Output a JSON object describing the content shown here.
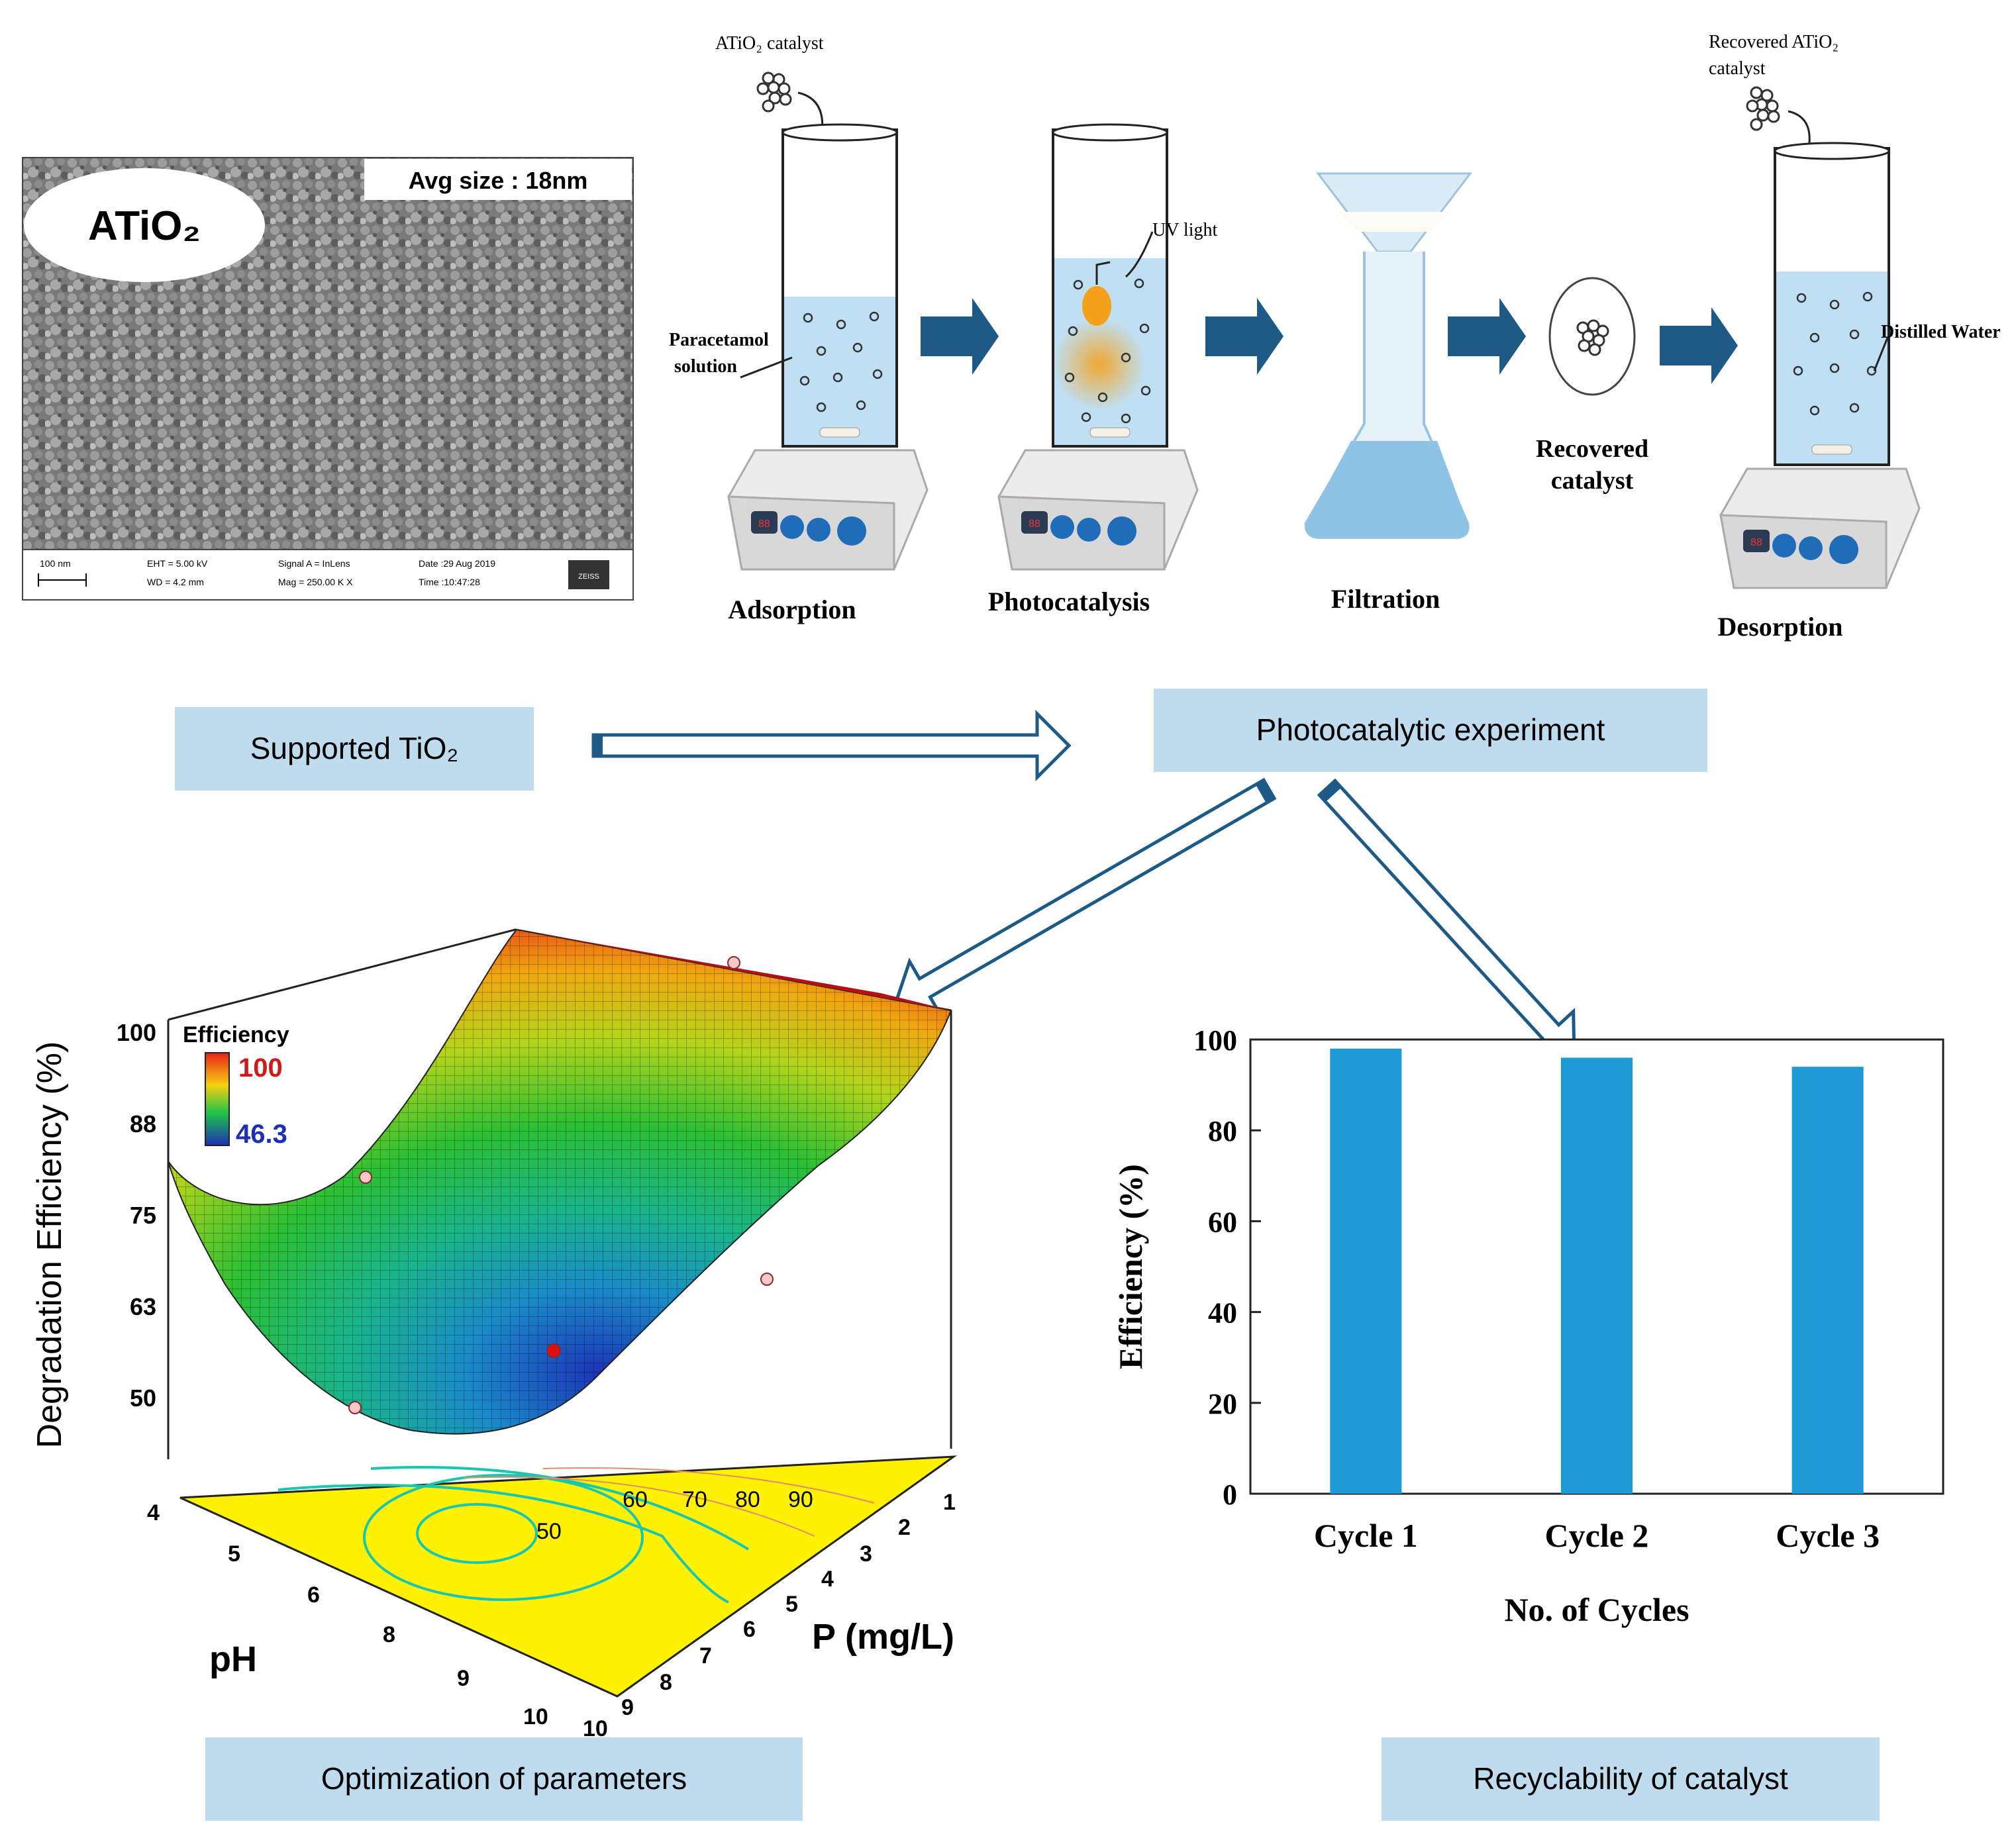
{
  "sem": {
    "label": "ATiO₂",
    "size_label": "Avg size : 18nm",
    "info": {
      "scale": "100 nm",
      "eht": "EHT = 5.00 kV",
      "wd": "WD = 4.2 mm",
      "signal": "Signal A = InLens",
      "mag": "Mag = 250.00 K X",
      "date": "Date :29 Aug 2019",
      "time": "Time :10:47:28",
      "logo": "ZEISS"
    }
  },
  "process": {
    "steps": [
      "Adsorption",
      "Photocatalysis",
      "Filtration",
      "Desorption"
    ],
    "recovered_catalyst": [
      "Recovered",
      "catalyst"
    ],
    "labels": {
      "catalyst_in": "ATiO₂ catalyst",
      "recovered_in": [
        "Recovered ATiO₂",
        "catalyst"
      ],
      "uv": "UV light",
      "paracetamol": [
        "Paracetamol",
        "solution"
      ],
      "distilled": "Distilled Water"
    },
    "colors": {
      "arrow": "#1d5a85",
      "liquid": "#bfe0f3",
      "flame": "#f4a21c"
    }
  },
  "boxes": {
    "supported": "Supported TiO₂",
    "photo": "Photocatalytic experiment",
    "optimization": "Optimization of parameters",
    "recyclability": "Recyclability of catalyst",
    "fill": "#bfdcef"
  },
  "surface": {
    "z_label": "Degradation Efficiency (%)",
    "z_ticks": [
      "100",
      "88",
      "75",
      "63",
      "50"
    ],
    "legend_title": "Efficiency",
    "legend_max": "100",
    "legend_min": "46.3",
    "ph_label": "pH",
    "ph_ticks": [
      "4",
      "5",
      "6",
      "8",
      "9",
      "10"
    ],
    "p_label": "P (mg/L)",
    "p_ticks": [
      "1",
      "2",
      "3",
      "4",
      "5",
      "6",
      "7",
      "8",
      "9",
      "10"
    ],
    "contours": [
      "50",
      "60",
      "70",
      "80",
      "90"
    ]
  },
  "chart_data": {
    "type": "bar",
    "categories": [
      "Cycle 1",
      "Cycle 2",
      "Cycle 3"
    ],
    "values": [
      98,
      96,
      94
    ],
    "xlabel": "No. of Cycles",
    "ylabel": "Efficiency (%)",
    "ylim": [
      0,
      100
    ],
    "yticks": [
      0,
      20,
      40,
      60,
      80,
      100
    ],
    "color": "#1f9ad6"
  }
}
